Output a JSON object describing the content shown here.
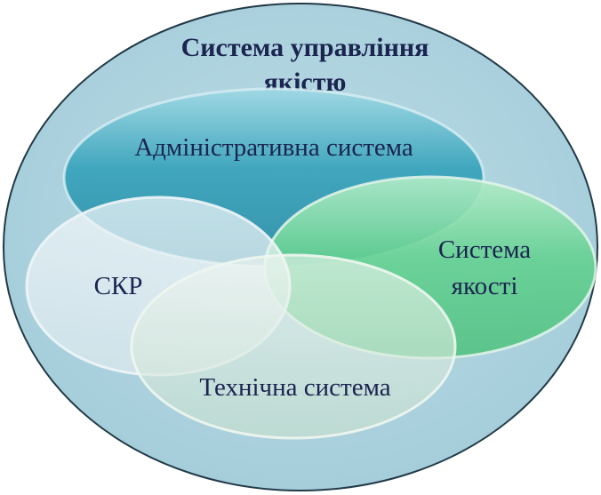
{
  "diagram": {
    "outer": {
      "title_line1": "Система управління",
      "title_line2": "якістю"
    },
    "sets": {
      "administrative": {
        "label": "Адміністративна система",
        "color": "#3a9fb5"
      },
      "quality": {
        "label_line1": "Система",
        "label_line2": "якості",
        "color": "#5fcf8e"
      },
      "skr": {
        "label": "СКР",
        "color": "#e3eef3"
      },
      "technical": {
        "label": "Технічна система",
        "color": "#cfe3d4"
      }
    },
    "outer_color": "#a9d1de"
  }
}
